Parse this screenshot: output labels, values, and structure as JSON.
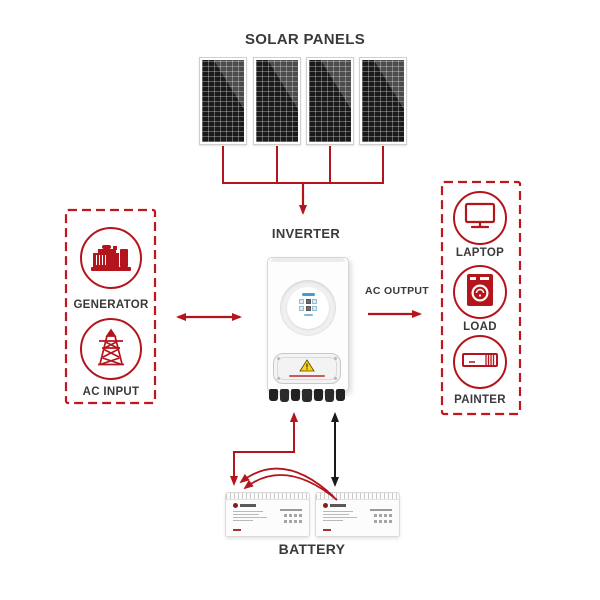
{
  "title": "SOLAR PANELS",
  "solar_array": {
    "panel_count": 4
  },
  "inverter": {
    "label": "INVERTER",
    "warning_icon": "warning-triangle-icon"
  },
  "ac_output_label": "AC OUTPUT",
  "input_group": {
    "items": [
      {
        "label": "GENERATOR",
        "icon": "generator-icon"
      },
      {
        "label": "AC INPUT",
        "icon": "transmission-tower-icon"
      }
    ]
  },
  "output_group": {
    "items": [
      {
        "label": "LAPTOP",
        "icon": "monitor-icon"
      },
      {
        "label": "LOAD",
        "icon": "washing-machine-icon"
      },
      {
        "label": "PAINTER",
        "icon": "printer-icon"
      }
    ]
  },
  "battery": {
    "label": "BATTERY",
    "unit_count": 2
  },
  "colors": {
    "accent_red": "#b4151c",
    "dashed_red": "#c0161d",
    "text_dark": "#3a3a3a",
    "line_black": "#1a1a1a",
    "warning_yellow": "#ffd20a"
  }
}
